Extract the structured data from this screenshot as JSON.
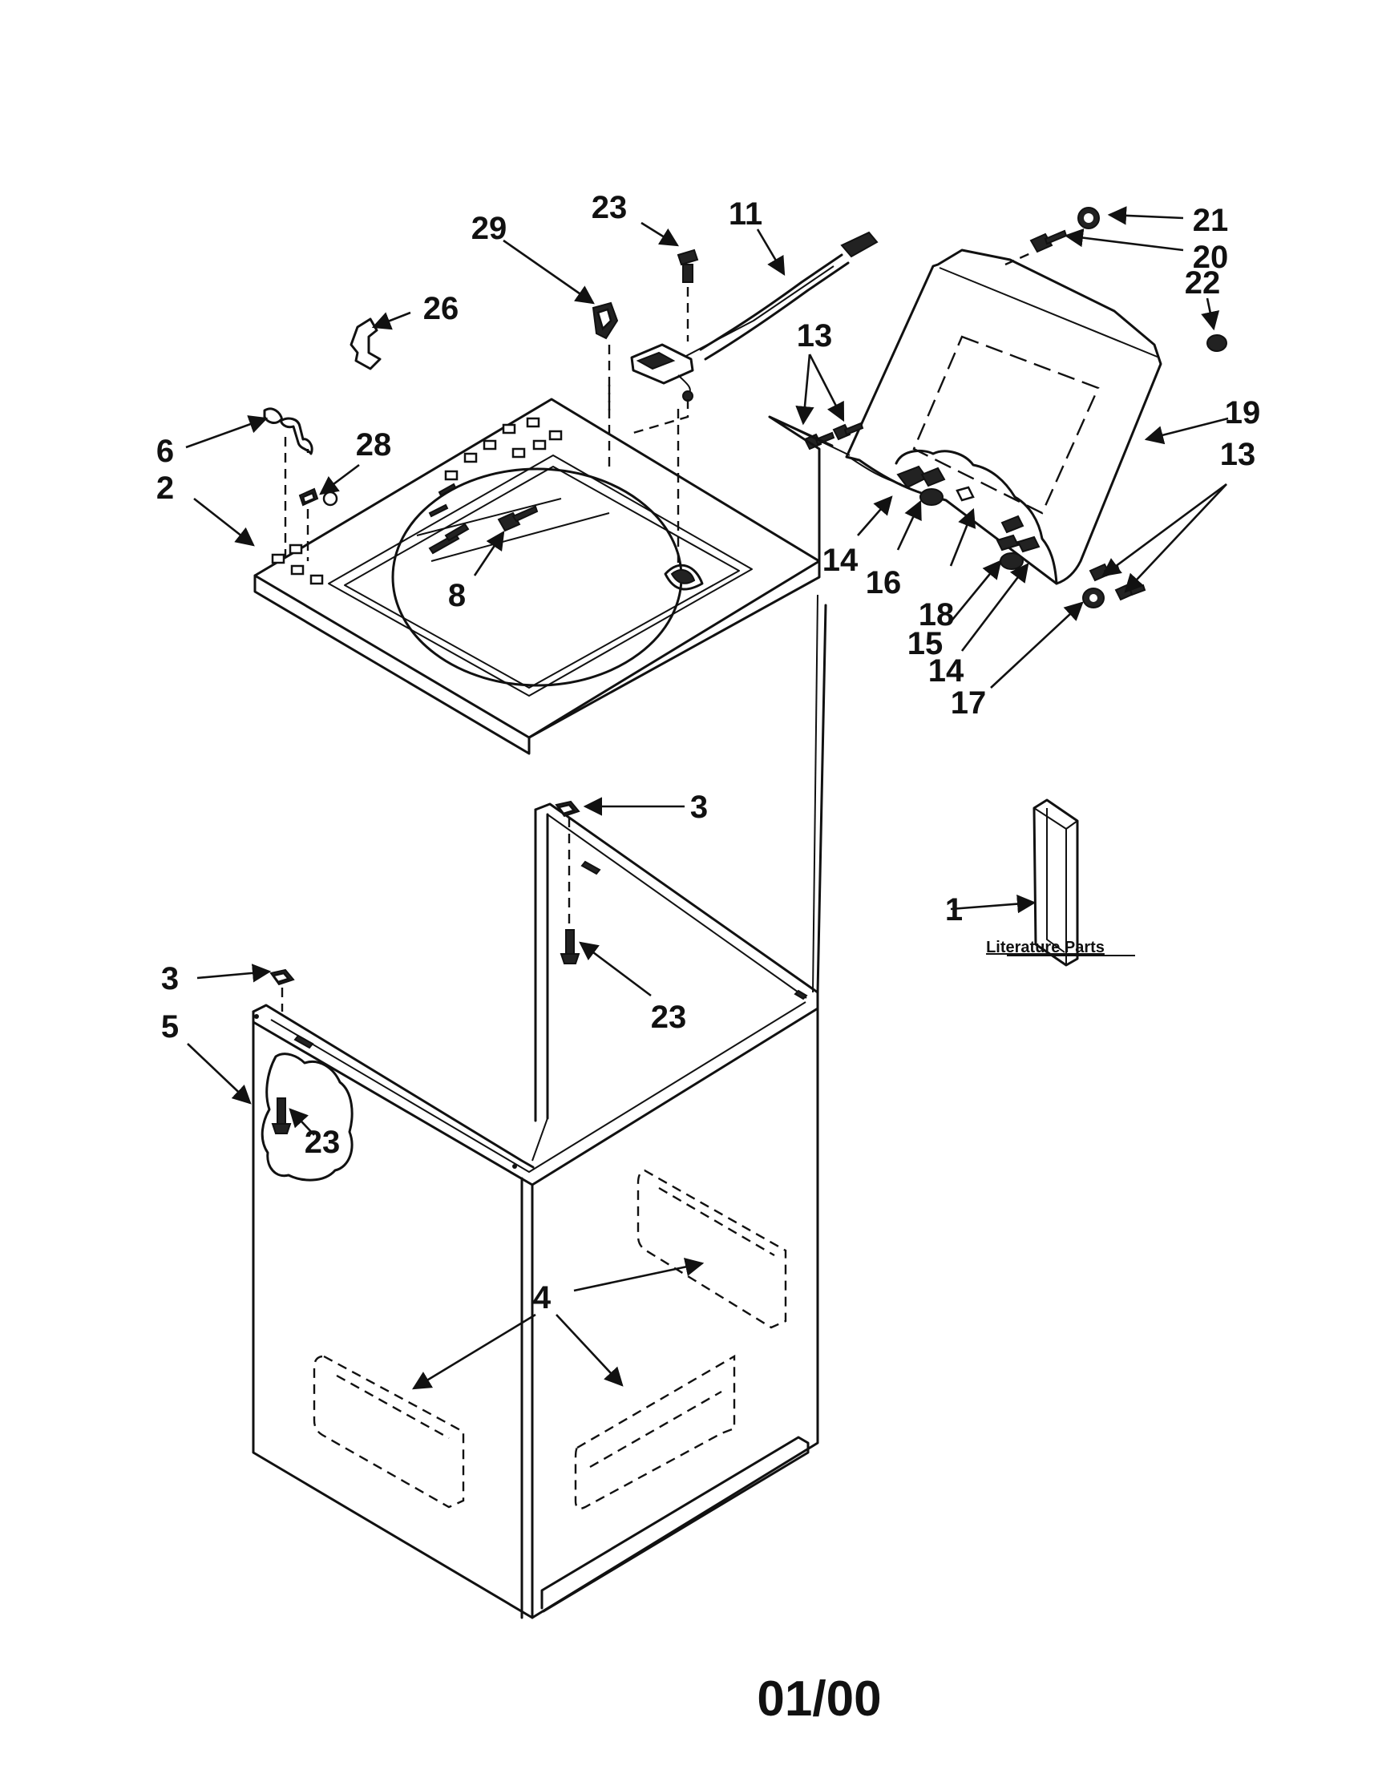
{
  "callouts": [
    {
      "id": "c23a",
      "text": "23"
    },
    {
      "id": "c11",
      "text": "11"
    },
    {
      "id": "c29",
      "text": "29"
    },
    {
      "id": "c26",
      "text": "26"
    },
    {
      "id": "c21",
      "text": "21"
    },
    {
      "id": "c20",
      "text": "20"
    },
    {
      "id": "c22",
      "text": "22"
    },
    {
      "id": "c13a",
      "text": "13"
    },
    {
      "id": "c19",
      "text": "19"
    },
    {
      "id": "c13b",
      "text": "13"
    },
    {
      "id": "c6",
      "text": "6"
    },
    {
      "id": "c28",
      "text": "28"
    },
    {
      "id": "c2",
      "text": "2"
    },
    {
      "id": "c8",
      "text": "8"
    },
    {
      "id": "c14a",
      "text": "14"
    },
    {
      "id": "c16",
      "text": "16"
    },
    {
      "id": "c18",
      "text": "18"
    },
    {
      "id": "c15",
      "text": "15"
    },
    {
      "id": "c14b",
      "text": "14"
    },
    {
      "id": "c17",
      "text": "17"
    },
    {
      "id": "c3a",
      "text": "3"
    },
    {
      "id": "c1",
      "text": "1"
    },
    {
      "id": "c23b",
      "text": "23"
    },
    {
      "id": "c3b",
      "text": "3"
    },
    {
      "id": "c5",
      "text": "5"
    },
    {
      "id": "c23c",
      "text": "23"
    },
    {
      "id": "c4",
      "text": "4"
    }
  ],
  "literature_label": "Literature Parts",
  "footer_code": "01/00"
}
